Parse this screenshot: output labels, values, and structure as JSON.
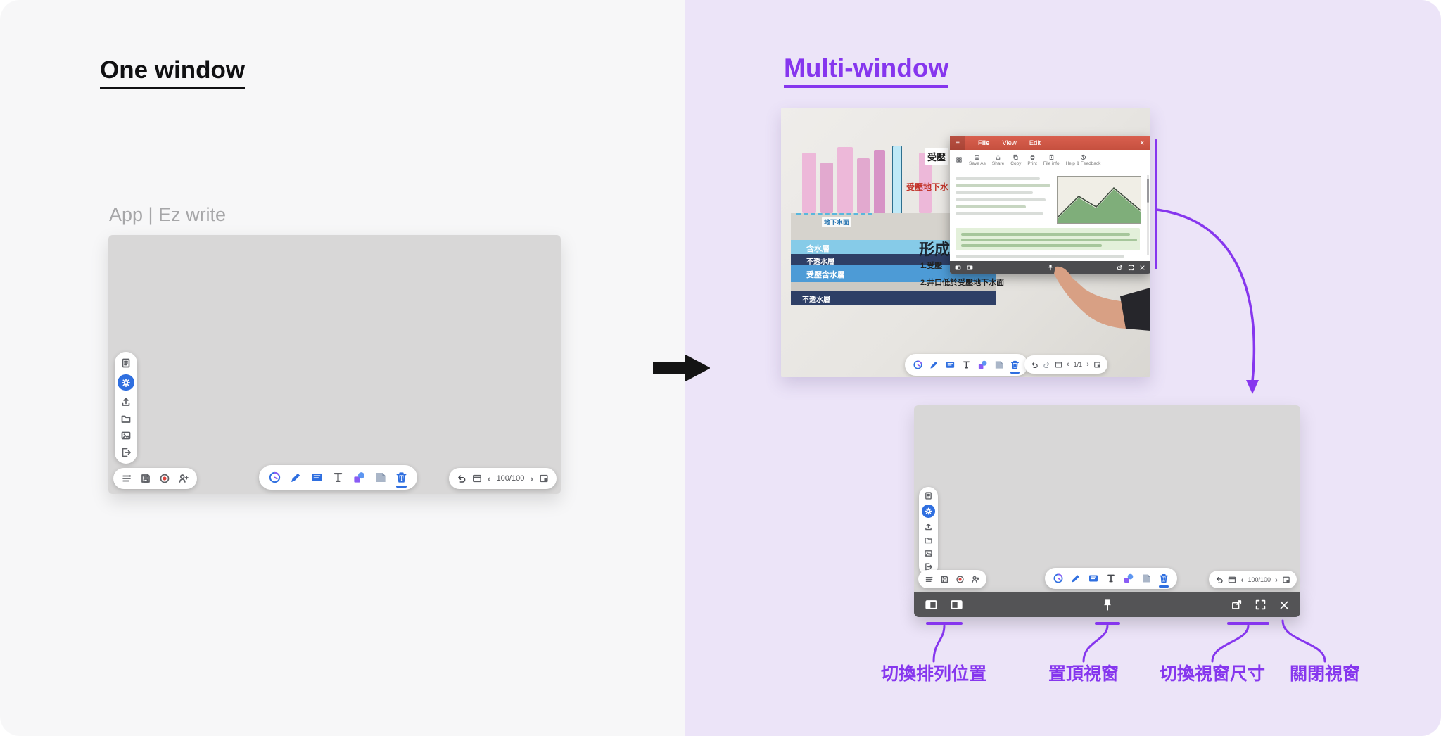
{
  "colors": {
    "accent_purple": "#8636ee",
    "toolbar_blue": "#2f6fe0",
    "dock_gray": "#545456",
    "window_red": "#cf5a49",
    "canvas_gray": "#d8d7d7"
  },
  "headings": {
    "one_window": "One window",
    "multi_window": "Multi-window"
  },
  "left": {
    "app_label": "App | Ez write"
  },
  "board": {
    "page_counter": "100/100",
    "nav_prev": "‹",
    "nav_next": "›",
    "side_icons": [
      "notes",
      "settings",
      "upload",
      "folder",
      "image",
      "exit"
    ],
    "corner_icons": [
      "menu",
      "save",
      "record",
      "invite"
    ],
    "tool_icons": [
      "timer",
      "pen",
      "whiteboard",
      "text",
      "shapes",
      "sticker",
      "trash"
    ],
    "nav_icons": [
      "undo",
      "frame",
      "prev",
      "page-counter",
      "next",
      "overview"
    ]
  },
  "photo": {
    "page_counter": "1/1",
    "window": {
      "menu": {
        "file": "File",
        "view": "View",
        "edit": "Edit"
      },
      "close_x": "✕",
      "toolbar": {
        "save_as": "Save As",
        "share": "Share",
        "copy": "Copy",
        "print": "Print",
        "file_info": "File info",
        "help": "Help & Feedback"
      }
    },
    "diagram": {
      "water_table": "地下水面",
      "aquifer": "含水層",
      "aquitard_top": "不透水層",
      "confined": "受壓含水層",
      "aquitard_bottom": "不透水層",
      "red_caption": "受壓地下水",
      "box_label": "受壓",
      "formation": "形成",
      "item1": "1.受壓",
      "item2": "2.井口低於受壓地下水面"
    }
  },
  "dock": {
    "labels": {
      "arrange": "切換排列位置",
      "pin": "置頂視窗",
      "resize": "切換視窗尺寸",
      "close": "關閉視窗"
    }
  }
}
